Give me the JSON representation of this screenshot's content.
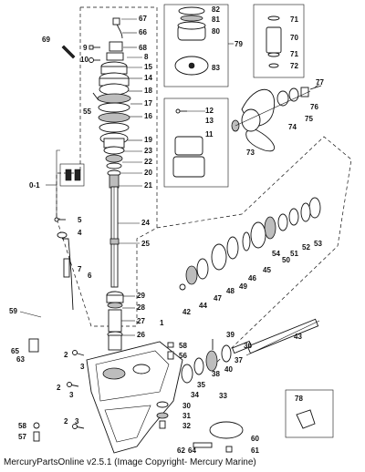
{
  "diagram": {
    "part_labels": {
      "p67": "67",
      "p66": "66",
      "p68": "68",
      "p69": "69",
      "p9": "9",
      "p10": "10",
      "p8": "8",
      "p15": "15",
      "p14": "14",
      "p18": "18",
      "p17": "17",
      "p16": "16",
      "p19": "19",
      "p23a": "23",
      "p22": "22",
      "p20": "20",
      "p21": "21",
      "p55": "55",
      "p01": "0-1",
      "p5": "5",
      "p4": "4",
      "p24": "24",
      "p25": "25",
      "p7": "7",
      "p6": "6",
      "p29": "29",
      "p28": "28",
      "p27": "27",
      "p26": "26",
      "p59": "59",
      "p1": "1",
      "p65": "65",
      "p63": "63",
      "p2a": "2",
      "p3a": "3",
      "p2b": "2",
      "p3b": "3",
      "p2c": "2",
      "p3c": "3",
      "p58a": "58",
      "p57": "57",
      "p58b": "58",
      "p56": "56",
      "p82": "82",
      "p81": "81",
      "p80": "80",
      "p79": "79",
      "p83": "83",
      "p71a": "71",
      "p70": "70",
      "p71b": "71",
      "p72": "72",
      "p12": "12",
      "p13": "13",
      "p11": "11",
      "p77": "77",
      "p76": "76",
      "p75": "75",
      "p74": "74",
      "p73": "73",
      "p53": "53",
      "p52": "52",
      "p51": "51",
      "p50": "50",
      "p54": "54",
      "p45": "45",
      "p46": "46",
      "p49": "49",
      "p48": "48",
      "p47": "47",
      "p44": "44",
      "p42": "42",
      "p43": "43",
      "p39": "39",
      "p36": "36",
      "p37": "37",
      "p40": "40",
      "p38": "38",
      "p35": "35",
      "p34": "34",
      "p33": "33",
      "p30": "30",
      "p31": "31",
      "p32": "32",
      "p60": "60",
      "p61": "61",
      "p62": "62",
      "p64": "64",
      "p78": "78"
    }
  },
  "footer": {
    "text": "MercuryPartsOnline v2.5.1 (Image Copyright- Mercury Marine)"
  }
}
